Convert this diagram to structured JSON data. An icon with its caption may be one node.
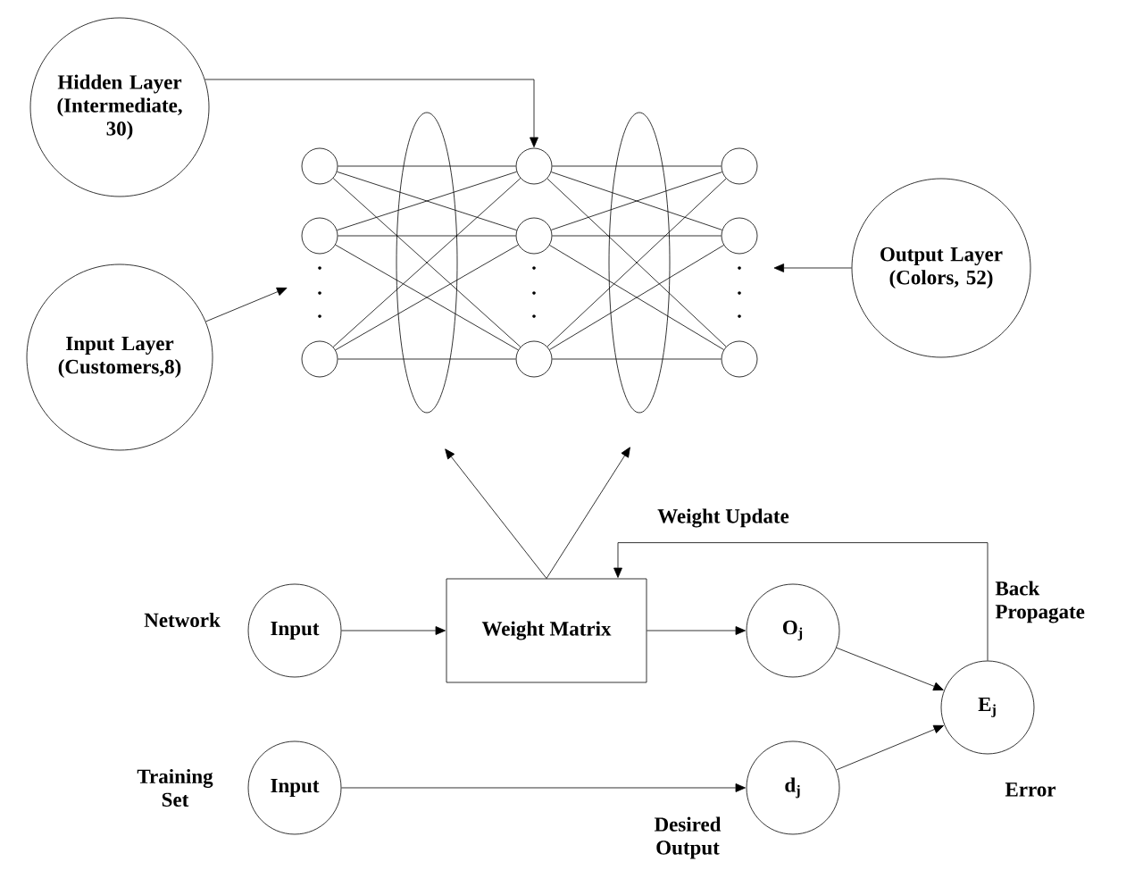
{
  "diagram": {
    "nodes": [
      {
        "text": [
          "Hidden Layer (Intermediate, 30)"
        ]
      },
      {
        "text": [
          "Input Layer (Customers,8)"
        ]
      },
      {
        "text": [
          "Output Layer (Colors, 52)"
        ]
      },
      {
        "text": [],
        "shape": "circle"
      },
      {
        "text": [],
        "shape": "circle"
      },
      {
        "text": [],
        "shape": "circle"
      },
      {
        "text": [],
        "shape": "circle"
      },
      {
        "text": [],
        "shape": "circle"
      },
      {
        "text": [],
        "shape": "circle"
      },
      {
        "text": [],
        "shape": "circle"
      },
      {
        "text": [],
        "shape": "circle"
      },
      {
        "text": [],
        "shape": "circle"
      },
      {
        "text": [
          "Input"
        ],
        "beside": [
          "Network"
        ]
      },
      {
        "text": [
          "Weight Matrix"
        ]
      },
      {
        "text": [
          "O$_{j}$"
        ]
      },
      {
        "text": [
          "E$_{j}$"
        ],
        "beside": [
          "Error"
        ]
      },
      {
        "text": [
          "Input"
        ],
        "beside": [
          "Training Set"
        ]
      },
      {
        "text": [
          "d$_{j}$"
        ],
        "beside": [
          "Desired Output"
        ]
      }
    ],
    "edges": [
      {
        "from": 0,
        "to": 6,
        "arrow": "to"
      },
      {
        "from": 1,
        "to": null,
        "arrow": "to"
      },
      {
        "from": 2,
        "to": null,
        "arrow": "to"
      },
      {
        "from": 3,
        "to": 6,
        "arrow": "none"
      },
      {
        "from": 3,
        "to": 7,
        "arrow": "none"
      },
      {
        "from": 3,
        "to": 8,
        "arrow": "none"
      },
      {
        "from": 4,
        "to": 6,
        "arrow": "none"
      },
      {
        "from": 4,
        "to": 7,
        "arrow": "none"
      },
      {
        "from": 4,
        "to": 8,
        "arrow": "none"
      },
      {
        "from": 5,
        "to": 6,
        "arrow": "none"
      },
      {
        "from": 5,
        "to": 7,
        "arrow": "none"
      },
      {
        "from": 5,
        "to": 8,
        "arrow": "none"
      },
      {
        "from": 6,
        "to": 9,
        "arrow": "none"
      },
      {
        "from": 6,
        "to": 10,
        "arrow": "none"
      },
      {
        "from": 6,
        "to": 11,
        "arrow": "none"
      },
      {
        "from": 7,
        "to": 9,
        "arrow": "none"
      },
      {
        "from": 7,
        "to": 10,
        "arrow": "none"
      },
      {
        "from": 7,
        "to": 11,
        "arrow": "none"
      },
      {
        "from": 8,
        "to": 9,
        "arrow": "none"
      },
      {
        "from": 8,
        "to": 10,
        "arrow": "none"
      },
      {
        "from": 8,
        "to": 11,
        "arrow": "none"
      },
      {
        "from": 13,
        "to": null,
        "arrow": "to"
      },
      {
        "from": 13,
        "to": null,
        "arrow": "to"
      },
      {
        "from": 12,
        "to": 13,
        "arrow": "to"
      },
      {
        "from": 13,
        "to": 14,
        "arrow": "to"
      },
      {
        "from": 14,
        "to": 15,
        "arrow": "to"
      },
      {
        "from": 16,
        "to": 17,
        "arrow": "to"
      },
      {
        "from": 17,
        "to": 15,
        "arrow": "to"
      },
      {
        "from": 15,
        "to": 13,
        "arrow": "to",
        "label": "Weight Update"
      }
    ],
    "labels": [
      "Back Propagate"
    ]
  }
}
